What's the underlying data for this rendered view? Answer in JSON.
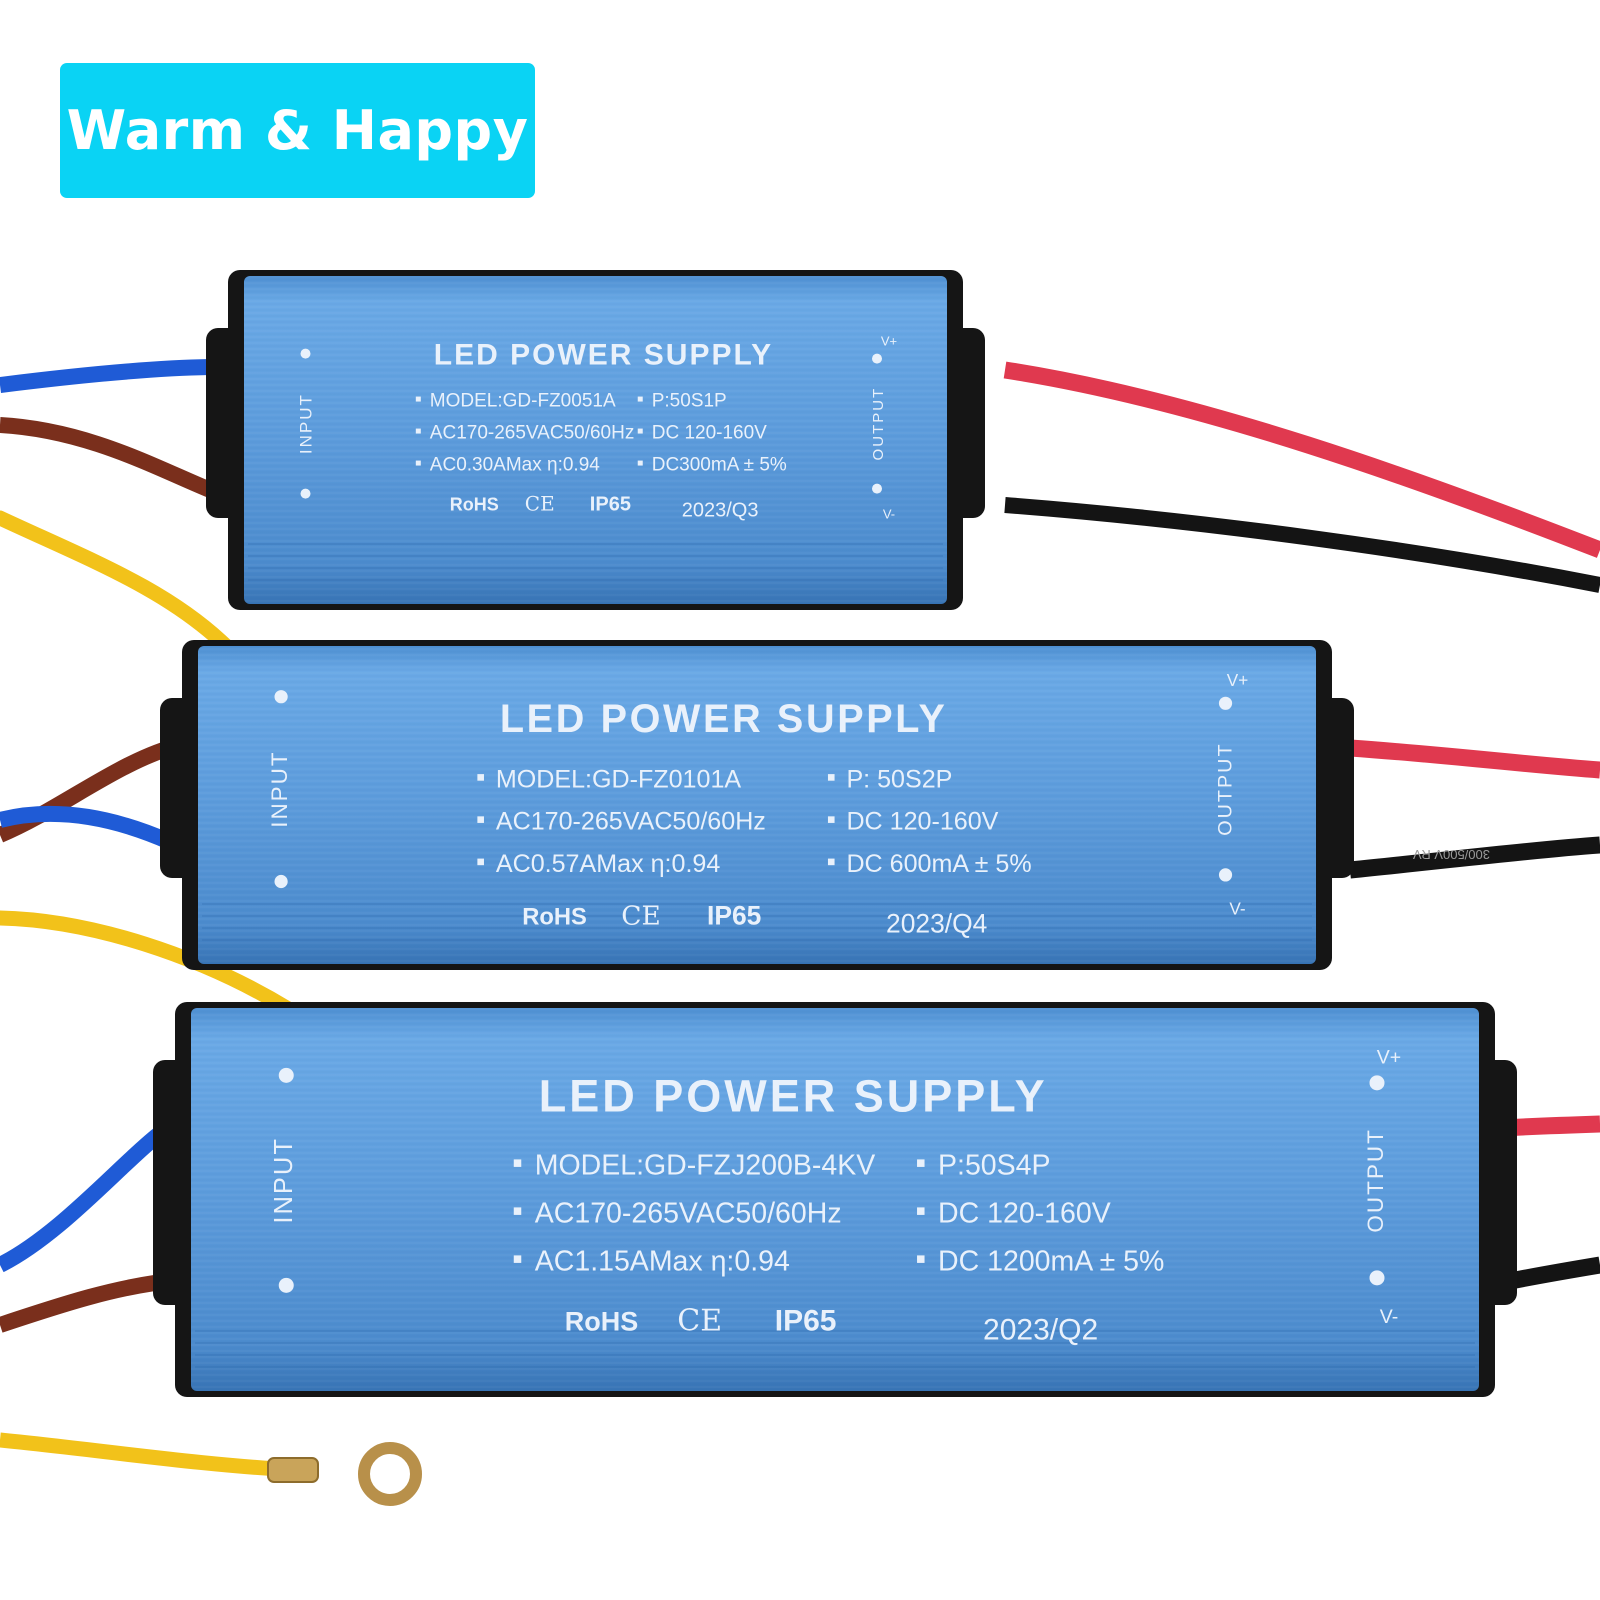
{
  "badge": {
    "text": "Warm & Happy",
    "color": "#0ad3f4"
  },
  "colors": {
    "housing": "#5b9bd9",
    "housing_dark": "#3f7fc0",
    "endcap": "#151515",
    "wire_blue": "#1f5bd6",
    "wire_brown": "#7a2f1c",
    "wire_yellow": "#f2c21a",
    "wire_red": "#e0394f",
    "wire_black": "#141414",
    "print": "#e9f1fb"
  },
  "drivers": [
    {
      "title": "LED POWER SUPPLY",
      "model": "MODEL:GD-FZ0051A",
      "input_spec": "AC170-265VAC50/60Hz",
      "current_spec": "AC0.30AMax η:0.94",
      "power": "P:50S1P",
      "output_voltage": "DC 120-160V",
      "output_current": "DC300mA ± 5%",
      "certs": [
        "RoHS",
        "CE",
        "IP65"
      ],
      "date": "2023/Q3",
      "input_label": "INPUT",
      "output_label": "OUTPUT",
      "v_plus": "V+",
      "v_minus": "V-"
    },
    {
      "title": "LED POWER SUPPLY",
      "model": "MODEL:GD-FZ0101A",
      "input_spec": "AC170-265VAC50/60Hz",
      "current_spec": "AC0.57AMax η:0.94",
      "power": "P: 50S2P",
      "output_voltage": "DC 120-160V",
      "output_current": "DC 600mA ± 5%",
      "certs": [
        "RoHS",
        "CE",
        "IP65"
      ],
      "date": "2023/Q4",
      "input_label": "INPUT",
      "output_label": "OUTPUT",
      "v_plus": "V+",
      "v_minus": "V-"
    },
    {
      "title": "LED POWER SUPPLY",
      "model": "MODEL:GD-FZJ200B-4KV",
      "input_spec": "AC170-265VAC50/60Hz",
      "current_spec": "AC1.15AMax η:0.94",
      "power": "P:50S4P",
      "output_voltage": "DC 120-160V",
      "output_current": "DC 1200mA ± 5%",
      "certs": [
        "RoHS",
        "CE",
        "IP65"
      ],
      "date": "2023/Q2",
      "input_label": "INPUT",
      "output_label": "OUTPUT",
      "v_plus": "V+",
      "v_minus": "V-"
    }
  ],
  "cable_print": "300/500V RV"
}
